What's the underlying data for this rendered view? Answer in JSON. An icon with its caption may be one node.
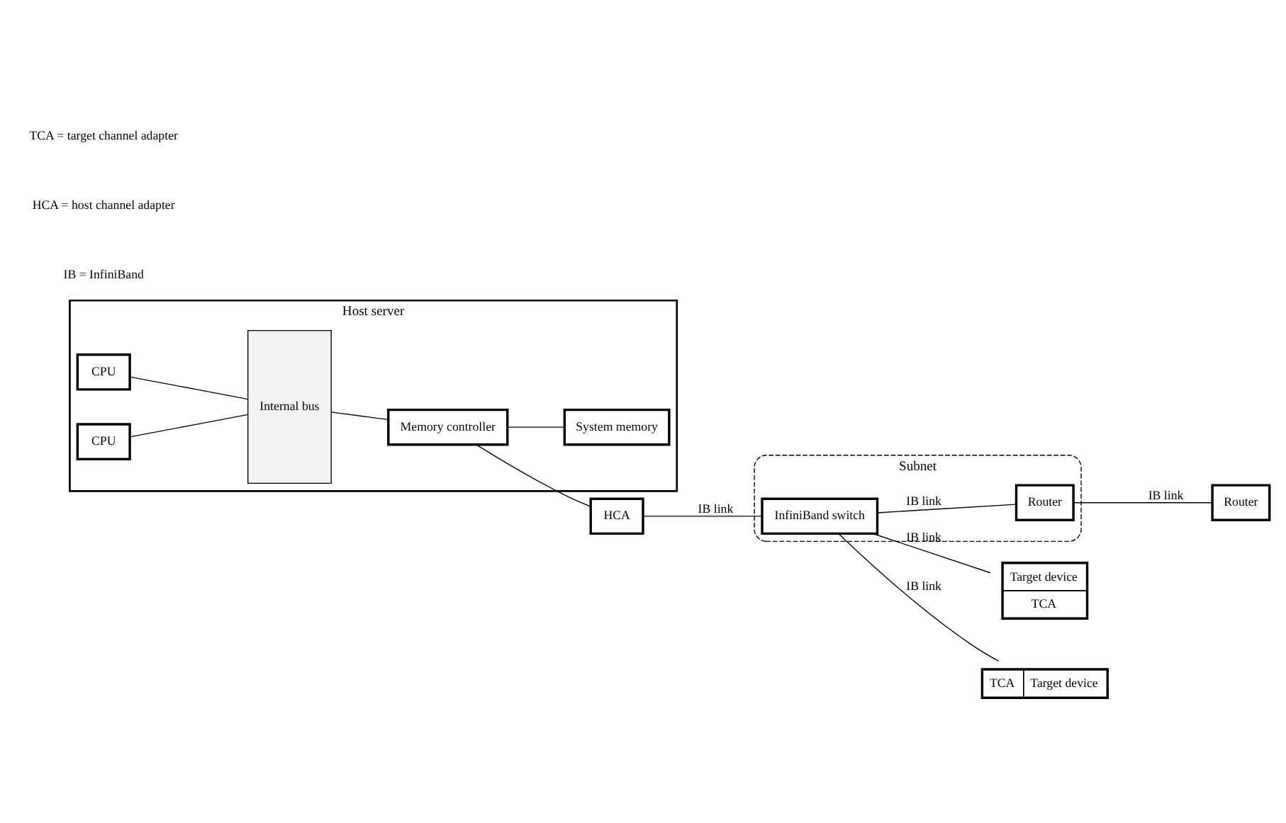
{
  "diagram": {
    "nodes": [
      {
        "text": [
          "Host server"
        ]
      },
      {
        "text": [
          "CPU"
        ],
        "in": 0
      },
      {
        "text": [
          "CPU"
        ],
        "in": 0
      },
      {
        "text": [
          "Internal bus"
        ],
        "in": 0
      },
      {
        "text": [
          "Memory controller"
        ],
        "in": 0
      },
      {
        "text": [
          "System memory"
        ],
        "in": 0
      },
      {
        "text": [
          "HCA"
        ]
      },
      {
        "text": [
          "Subnet"
        ]
      },
      {
        "text": [
          "InfiniBand switch"
        ],
        "in": 7
      },
      {
        "text": [
          "Router"
        ],
        "in": 7
      },
      {
        "text": [
          "Target device",
          "TCA"
        ]
      },
      {
        "text": [
          "TCA",
          "Target device"
        ]
      },
      {
        "text": [
          "Router"
        ]
      }
    ],
    "edges": [
      {
        "from": 1,
        "to": 3,
        "arrow": "none"
      },
      {
        "from": 2,
        "to": 3,
        "arrow": "none"
      },
      {
        "from": 3,
        "to": 4,
        "arrow": "none"
      },
      {
        "from": 4,
        "to": 5,
        "arrow": "none"
      },
      {
        "from": 4,
        "to": 6,
        "arrow": "none"
      },
      {
        "from": 6,
        "to": 8,
        "label": "IB link",
        "arrow": "none"
      },
      {
        "from": 8,
        "to": 10,
        "label": "IB link",
        "arrow": "none"
      },
      {
        "from": 8,
        "to": 11,
        "label": "IB link",
        "arrow": "none"
      },
      {
        "from": 8,
        "to": 9,
        "label": "IB link",
        "arrow": "none"
      },
      {
        "from": 9,
        "to": 12,
        "label": "IB link",
        "arrow": "none"
      }
    ],
    "labels": [
      "IB = InfiniBand",
      "HCA = host channel adapter",
      "TCA = target channel adapter"
    ]
  }
}
